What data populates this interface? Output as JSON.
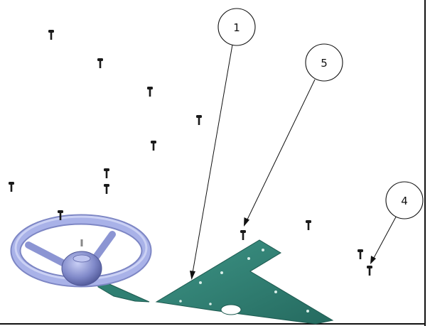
{
  "drawing": {
    "callouts": [
      {
        "id": "callout-1",
        "label": "1"
      },
      {
        "id": "callout-5",
        "label": "5"
      },
      {
        "id": "callout-4",
        "label": "4"
      }
    ],
    "colors": {
      "plate": "#2f7f72",
      "plate_edge": "#1d5a50",
      "wheel": "#a9b2e8",
      "wheel_shadow": "#7d86c4",
      "hub": "#8089c9",
      "fastener": "#1a1a1a",
      "line": "#111111"
    },
    "parts": {
      "steering_wheel": "steering-wheel",
      "mounting_plate": "mounting-plate",
      "fasteners": "screw"
    }
  }
}
